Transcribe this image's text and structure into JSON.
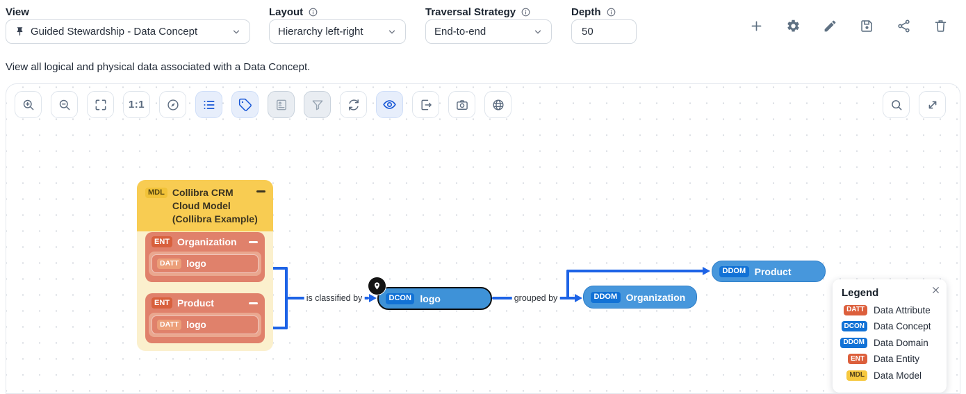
{
  "header": {
    "view": {
      "label": "View",
      "value": "Guided Stewardship - Data Concept"
    },
    "layout": {
      "label": "Layout",
      "value": "Hierarchy left-right"
    },
    "traversal": {
      "label": "Traversal Strategy",
      "value": "End-to-end"
    },
    "depth": {
      "label": "Depth",
      "value": "50"
    },
    "description": "View all logical and physical data associated with a Data Concept.",
    "action_icons": [
      "add",
      "settings",
      "edit",
      "save",
      "share",
      "delete"
    ]
  },
  "toolbar": {
    "one_to_one_label": "1:1",
    "left_icons": [
      "zoom-in",
      "zoom-out",
      "fit-to-screen",
      "actual-size",
      "compass",
      "list (active)",
      "tag (active)",
      "id-card (disabled)",
      "filter (disabled)",
      "refresh",
      "eye (active)",
      "export",
      "camera",
      "globe"
    ],
    "right_icons": [
      "search",
      "expand"
    ]
  },
  "diagram": {
    "model": {
      "badge": "MDL",
      "title": "Collibra CRM Cloud Model (Collibra Example)",
      "entities": [
        {
          "badge": "ENT",
          "name": "Organization",
          "attributes": [
            {
              "badge": "DATT",
              "name": "logo"
            }
          ]
        },
        {
          "badge": "ENT",
          "name": "Product",
          "attributes": [
            {
              "badge": "DATT",
              "name": "logo"
            }
          ]
        }
      ]
    },
    "concept": {
      "badge": "DCON",
      "name": "logo"
    },
    "domains": [
      {
        "badge": "DDOM",
        "name": "Product"
      },
      {
        "badge": "DDOM",
        "name": "Organization"
      }
    ],
    "edges": [
      {
        "label": "is classified by"
      },
      {
        "label": "grouped by"
      }
    ]
  },
  "legend": {
    "title": "Legend",
    "items": [
      {
        "code": "DATT",
        "label": "Data Attribute",
        "color": "#DC5F3C"
      },
      {
        "code": "DCON",
        "label": "Data Concept",
        "color": "#1272D6"
      },
      {
        "code": "DDOM",
        "label": "Data Domain",
        "color": "#1272D6"
      },
      {
        "code": "ENT",
        "label": "Data Entity",
        "color": "#DC5F3C"
      },
      {
        "code": "MDL",
        "label": "Data Model",
        "color": "#F6C83F"
      }
    ]
  },
  "colors": {
    "edge_blue": "#1D63E6",
    "node_blue": "#4797DC",
    "node_blue_badge": "#1272D6",
    "node_salmon": "#E0816B",
    "node_salmon_badge": "#D8603D",
    "node_yellow": "#F8CC52",
    "node_yellow_body": "#FBF0CD",
    "toolbar_active": "#1656D6",
    "toolbar_active_bg": "#E7EEFB"
  }
}
